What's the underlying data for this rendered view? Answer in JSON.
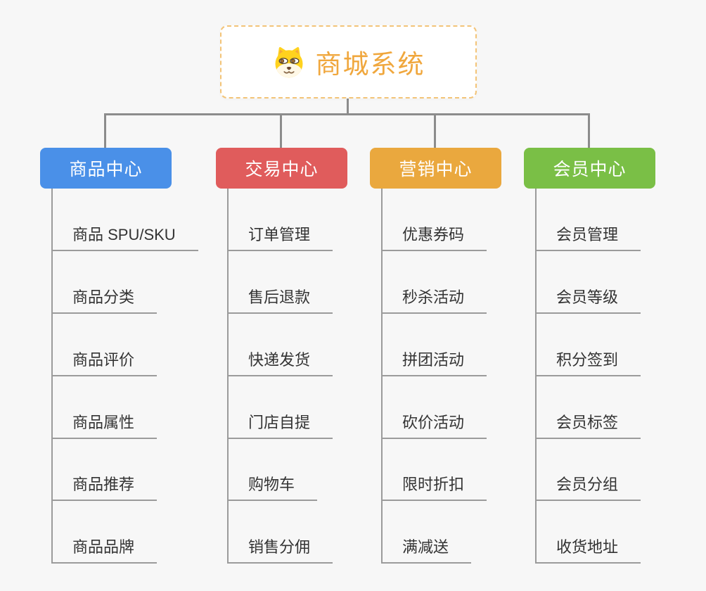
{
  "app": {
    "type": "mindmap-canvas",
    "background": "#f7f7f7",
    "connector_color": "#8c8c8c"
  },
  "root": {
    "title": "商城系统",
    "icon": "dog-face-icon",
    "text_color": "#f0a73d",
    "border_color": "#f3c478",
    "fill": "#ffffff"
  },
  "branches": [
    {
      "id": "product-center",
      "label": "商品中心",
      "color": "#4a90e8",
      "items": [
        "商品 SPU/SKU",
        "商品分类",
        "商品评价",
        "商品属性",
        "商品推荐",
        "商品品牌"
      ]
    },
    {
      "id": "trade-center",
      "label": "交易中心",
      "color": "#e05c5c",
      "items": [
        "订单管理",
        "售后退款",
        "快递发货",
        "门店自提",
        "购物车",
        "销售分佣"
      ]
    },
    {
      "id": "marketing-center",
      "label": "营销中心",
      "color": "#eaa83e",
      "items": [
        "优惠券码",
        "秒杀活动",
        "拼团活动",
        "砍价活动",
        "限时折扣",
        "满减送"
      ]
    },
    {
      "id": "member-center",
      "label": "会员中心",
      "color": "#7abf46",
      "items": [
        "会员管理",
        "会员等级",
        "积分签到",
        "会员标签",
        "会员分组",
        "收货地址"
      ]
    }
  ]
}
